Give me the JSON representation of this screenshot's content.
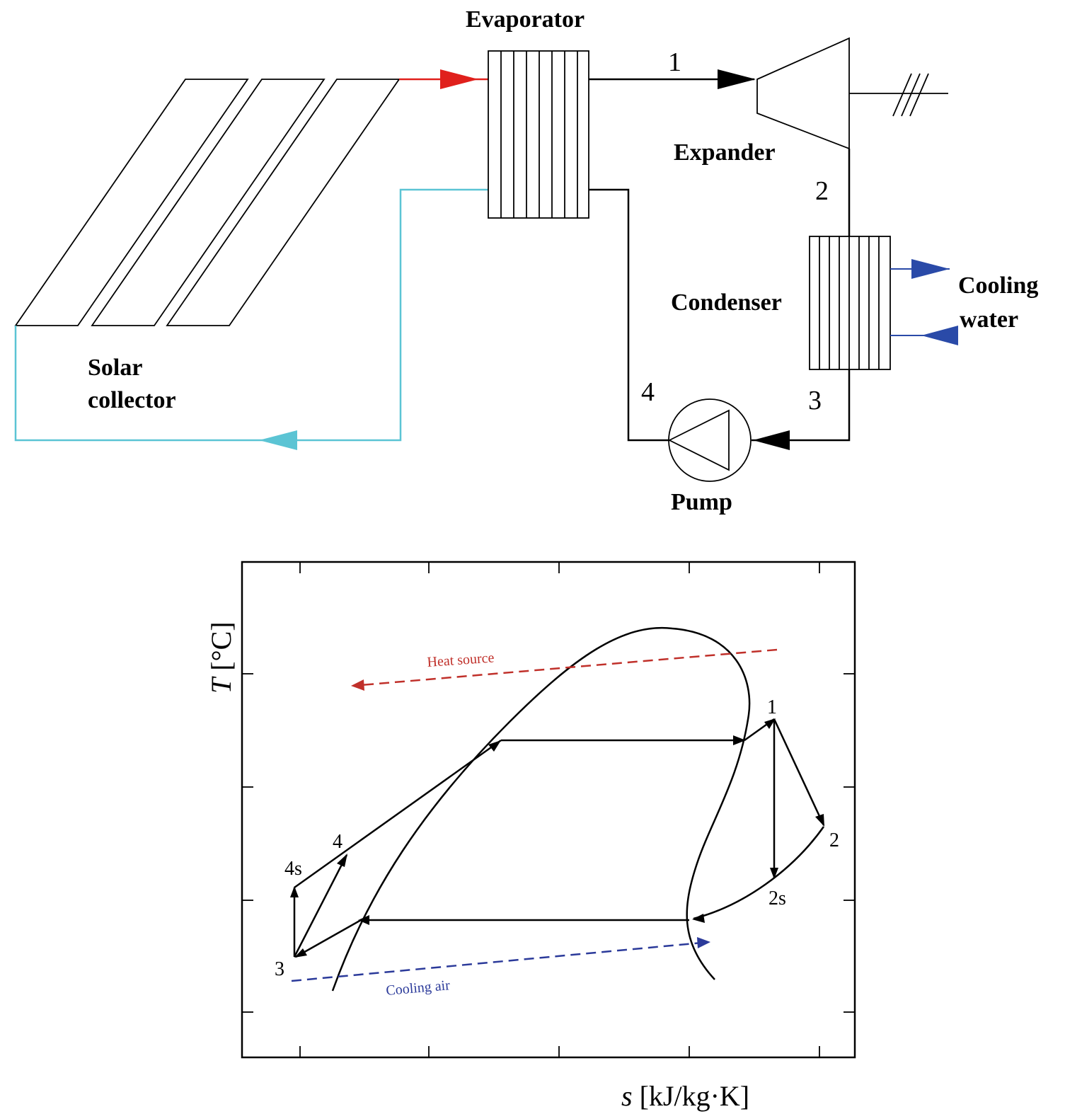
{
  "schematic": {
    "evaporator": "Evaporator",
    "expander": "Expander",
    "condenser": "Condenser",
    "cooling_water_line1": "Cooling",
    "cooling_water_line2": "water",
    "solar_line1": "Solar",
    "solar_line2": "collector",
    "pump": "Pump",
    "state1": "1",
    "state2": "2",
    "state3": "3",
    "state4": "4"
  },
  "ts_diagram": {
    "y_axis_italic": "T",
    "y_axis_unit": "[°C]",
    "x_axis_italic": "s",
    "x_axis_unit": "[kJ/kg·K]",
    "heat_source": "Heat source",
    "cooling_air": "Cooling air",
    "pt1": "1",
    "pt2": "2",
    "pt2s": "2s",
    "pt3": "3",
    "pt4": "4",
    "pt4s": "4s"
  },
  "colors": {
    "hot_line": "#e0201c",
    "cold_line": "#5bc4d4",
    "cooling_water": "#2a4aa8",
    "heat_source": "#c0302a",
    "cooling_air": "#2b3a9a"
  }
}
